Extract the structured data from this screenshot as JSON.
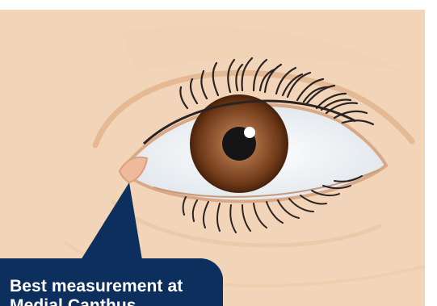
{
  "callout": {
    "text": "Best measurement at Medial Canthus"
  },
  "colors": {
    "skin": "#f2d5b8",
    "skin_shadow": "#ead0b2",
    "crease": "#e2b892",
    "eye_white": "#eef2f6",
    "iris_outer": "#5a2e12",
    "iris_inner": "#a97046",
    "pupil": "#151515",
    "lashes": "#2a2322",
    "caruncle": "#efb99b",
    "callout_fill": "#0d2f5e",
    "callout_text": "#ffffff"
  },
  "icons": {
    "eye": "eye-illustration",
    "callout": "speech-bubble-callout"
  }
}
